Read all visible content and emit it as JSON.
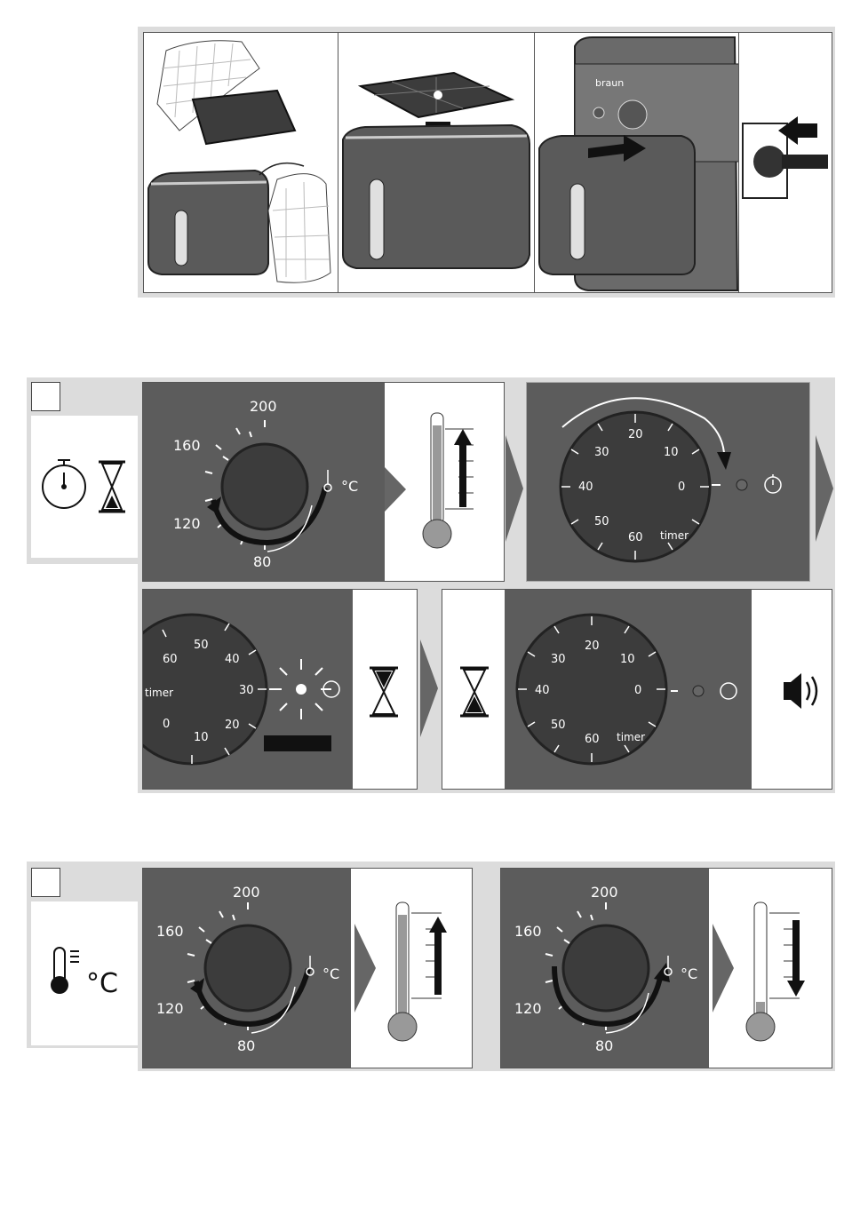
{
  "section_top": {
    "steps": [
      "cloth-wipe",
      "insert-grid",
      "insert-basket",
      "plug-in"
    ],
    "brand_mark": "braun"
  },
  "section_timer": {
    "side_icons": [
      "stopwatch-icon",
      "hourglass-icon"
    ],
    "temp_dial": {
      "labels": [
        "200",
        "160",
        "120",
        "80"
      ],
      "unit": "°C"
    },
    "timer_dial": {
      "labels": [
        "20",
        "10",
        "0",
        "30",
        "40",
        "50",
        "60"
      ],
      "word": "timer"
    },
    "timer_dial_zoom": {
      "labels": [
        "50",
        "60",
        "40",
        "30",
        "20",
        "10",
        "0"
      ],
      "word": "timer"
    },
    "timer_dial_end": {
      "labels": [
        "20",
        "10",
        "0",
        "30",
        "40",
        "50",
        "60"
      ],
      "word": "timer"
    },
    "end_icon": "speaker-icon"
  },
  "section_temp": {
    "side_label": "°C",
    "dial_up": {
      "labels": [
        "200",
        "160",
        "120",
        "80"
      ],
      "unit": "°C"
    },
    "dial_down": {
      "labels": [
        "200",
        "160",
        "120",
        "80"
      ],
      "unit": "°C"
    }
  },
  "colors": {
    "panel_dark": "#5c5c5c",
    "band": "#dcdcdc",
    "accent_red": "#d9534f"
  }
}
